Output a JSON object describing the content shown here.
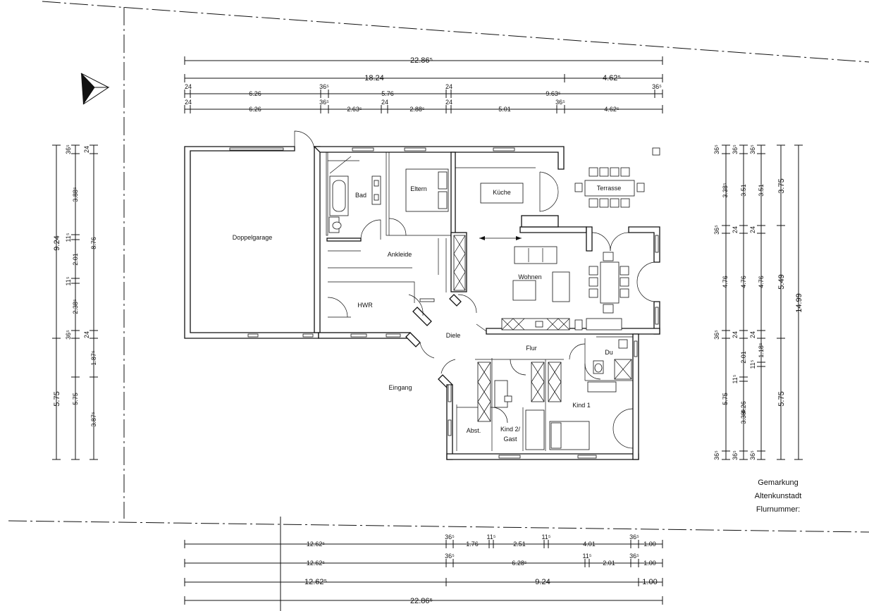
{
  "rooms": {
    "garage": "Doppelgarage",
    "bath": "Bad",
    "parents": "Eltern",
    "kitchen": "Küche",
    "terrace": "Terrasse",
    "dressing": "Ankleide",
    "living": "Wohnen",
    "utility": "HWR",
    "hall": "Diele",
    "corridor": "Flur",
    "shower": "Du",
    "entrance": "Eingang",
    "child1": "Kind 1",
    "storage": "Abst.",
    "child2_line1": "Kind 2/",
    "child2_line2": "Gast"
  },
  "parcel_note": [
    "Gemarkung",
    "Altenkunstadt",
    "Flurnummer:"
  ],
  "dimensions": {
    "top_total": "22.86⁵",
    "top_row2": [
      "18.24",
      "4.62⁵"
    ],
    "top_row3": [
      "24",
      "6.26",
      "36⁵",
      "5.76",
      "24",
      "9.63⁵",
      "36⁵"
    ],
    "top_row4": [
      "24",
      "6.26",
      "36⁵",
      "2.63⁵",
      "24",
      "2.88⁵",
      "24",
      "5.01",
      "36⁵",
      "4.62⁵"
    ],
    "bottom_row1": [
      "12.62⁵",
      "36⁵",
      "1.76",
      "11⁵",
      "2.51",
      "11⁵",
      "4.01",
      "36⁵",
      "1.00"
    ],
    "bottom_row2": [
      "12.62⁵",
      "36⁵",
      "6.28⁵",
      "11⁵",
      "2.01",
      "36⁵",
      "1.00"
    ],
    "bottom_row3": [
      "12.62⁵",
      "9.24",
      "1.00"
    ],
    "bottom_total": "22.86⁵",
    "left_outer": [
      "9.24",
      "5.75"
    ],
    "left_mid": [
      "36⁵",
      "3.88⁵",
      "11⁵",
      "2.01",
      "11⁵",
      "2.38⁵",
      "36⁵",
      "1.87⁵",
      "5.75",
      "3.87⁵"
    ],
    "left_inner": [
      "24",
      "8.76",
      "24"
    ],
    "right_col1": [
      "36⁵",
      "3.38⁵",
      "36⁵",
      "4.76",
      "36⁵",
      "5.75",
      "3.38⁵",
      "36⁵"
    ],
    "right_col2": [
      "36⁵",
      "3.51",
      "24",
      "4.76",
      "24",
      "2.01",
      "11⁵",
      "4.26",
      "36⁵"
    ],
    "right_col3": [
      "36⁵",
      "3.51",
      "24",
      "4.76",
      "24",
      "1.18⁵",
      "11⁵",
      "36⁵"
    ],
    "right_outer": [
      "3.75",
      "5.49",
      "5.75"
    ],
    "right_total": "14.99"
  }
}
